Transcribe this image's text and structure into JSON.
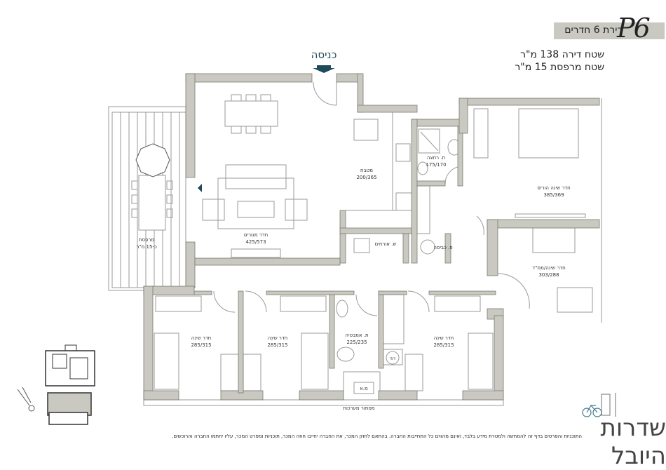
{
  "header": {
    "plan_code": "P6",
    "apartment_type": "דירת 6 חדרים",
    "apartment_area": "שטח דירה 138 מ\"ר",
    "balcony_area": "שטח מרפסת 15 מ\"ר"
  },
  "entrance": {
    "label": "כניסה",
    "icon": "arrow-down-icon"
  },
  "rooms": {
    "living": {
      "name": "חדר מגורים",
      "size": "425/573"
    },
    "kitchen": {
      "name": "מטבח",
      "size": "200/365"
    },
    "bath": {
      "name": "ת. רחצה",
      "size": "175/170"
    },
    "parents": {
      "name": "חדר שינה הורים",
      "size": "385/369"
    },
    "guest_wc": {
      "name": "ש. אורחים"
    },
    "laundry": {
      "name": "פ. כביסה"
    },
    "mamad": {
      "name": "חדר שינה/ממ\"ד",
      "size": "303/288"
    },
    "balcony": {
      "name": "מרפסת",
      "size": "כ-15 מ\"ר"
    },
    "bedroom1": {
      "name": "חדר שינה",
      "size": "285/315"
    },
    "bedroom2": {
      "name": "חדר שינה",
      "size": "285/315"
    },
    "bathtub": {
      "name": "ת. אמבטיה",
      "size": "225/235"
    },
    "bedroom3": {
      "name": "חדר שינה",
      "size": "285/315"
    },
    "boiler": {
      "name": "דוד"
    },
    "ac": {
      "name": "מ.א"
    },
    "systems": {
      "name": "מסתור מערכות"
    }
  },
  "colors": {
    "wall": "#c9c9c2",
    "accent": "#1f4a5a",
    "line": "#9a9a9a"
  },
  "footer": {
    "disclaimer": "התוכניות והפרטים בדף זה להמחשה ולמטרת מידע בלבד, ואינם מהווים כל התחייבות החברה. בהתאם לחוק המכר, את החברה יחייבו חוזה המכר, תוכניות ומפרט המכר, עליו יחתמו החברה והרוכשים.",
    "logo": "שדרות היובל"
  }
}
